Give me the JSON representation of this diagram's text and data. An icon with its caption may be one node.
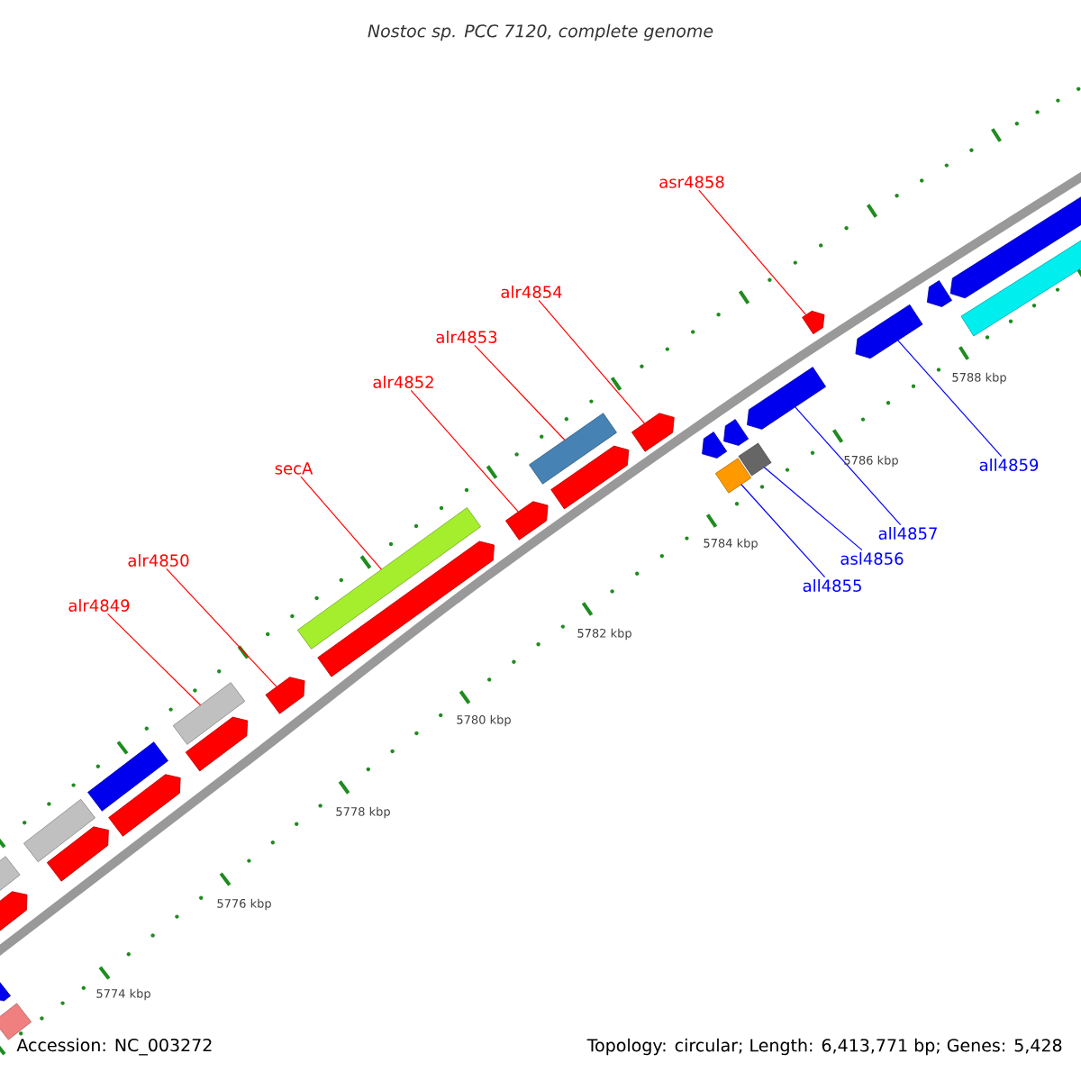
{
  "diagram": {
    "title": "Nostoc sp. PCC 7120, complete genome",
    "nodes": [
      {
        "text": [
          "asr4858"
        ]
      },
      {
        "text": [
          "alr4854"
        ]
      },
      {
        "text": [
          "alr4853"
        ]
      },
      {
        "text": [
          "alr4852"
        ]
      },
      {
        "text": [
          "secA"
        ]
      },
      {
        "text": [
          "alr4850"
        ]
      },
      {
        "text": [
          "alr4849"
        ]
      },
      {
        "text": [
          "all4859"
        ]
      },
      {
        "text": [
          "all4857"
        ]
      },
      {
        "text": [
          "asl4856"
        ]
      },
      {
        "text": [
          "all4855"
        ]
      },
      {
        "text": [],
        "shape": "arrow"
      },
      {
        "text": [],
        "shape": "arrow"
      },
      {
        "text": [],
        "shape": "box"
      },
      {
        "text": [],
        "shape": "arrow"
      },
      {
        "text": [],
        "shape": "box"
      },
      {
        "text": [],
        "shape": "arrow"
      },
      {
        "text": [],
        "shape": "box"
      },
      {
        "text": [],
        "shape": "arrow"
      },
      {
        "text": [],
        "shape": "arrow"
      },
      {
        "text": [],
        "shape": "box"
      },
      {
        "text": [],
        "shape": "box"
      },
      {
        "text": [],
        "shape": "arrow"
      },
      {
        "text": [],
        "shape": "arrow"
      },
      {
        "text": [],
        "shape": "arrow"
      },
      {
        "text": [],
        "shape": "arrow"
      },
      {
        "text": [],
        "shape": "arrow"
      },
      {
        "text": [],
        "shape": "arrow"
      },
      {
        "text": [],
        "shape": "box"
      },
      {
        "text": [],
        "shape": "box"
      },
      {
        "text": [],
        "shape": "box"
      },
      {
        "text": [],
        "shape": "arrow"
      },
      {
        "text": [],
        "shape": "arrow"
      },
      {
        "text": [],
        "shape": "arrow"
      },
      {
        "text": [],
        "shape": "arrow"
      },
      {
        "text": [],
        "shape": "box"
      },
      {
        "text": [],
        "shape": "arrow"
      },
      {
        "text": [],
        "shape": "box"
      }
    ],
    "edges": [
      {
        "from": 0,
        "to": 11,
        "arrow": "none",
        "color": "#ff0000"
      },
      {
        "from": 1,
        "to": 12,
        "arrow": "none",
        "color": "#ff0000"
      },
      {
        "from": 2,
        "to": 13,
        "arrow": "none",
        "color": "#ff0000"
      },
      {
        "from": 3,
        "to": 14,
        "arrow": "none",
        "color": "#ff0000"
      },
      {
        "from": 4,
        "to": 15,
        "arrow": "none",
        "color": "#ff0000"
      },
      {
        "from": 5,
        "to": 16,
        "arrow": "none",
        "color": "#ff0000"
      },
      {
        "from": 6,
        "to": 17,
        "arrow": "none",
        "color": "#ff0000"
      },
      {
        "from": 7,
        "to": 18,
        "arrow": "none",
        "color": "#0000ff"
      },
      {
        "from": 8,
        "to": 19,
        "arrow": "none",
        "color": "#0000ff"
      },
      {
        "from": 9,
        "to": 20,
        "arrow": "none",
        "color": "#0000ff"
      },
      {
        "from": 10,
        "to": 21,
        "arrow": "none",
        "color": "#0000ff"
      }
    ],
    "labels": [
      "5788 kbp",
      "5786 kbp",
      "5784 kbp",
      "5782 kbp",
      "5780 kbp",
      "5778 kbp",
      "5776 kbp",
      "5774 kbp",
      "Accession: NC_003272",
      "Topology: circular; Length: 6,413,771 bp; Genes: 5,428"
    ]
  }
}
